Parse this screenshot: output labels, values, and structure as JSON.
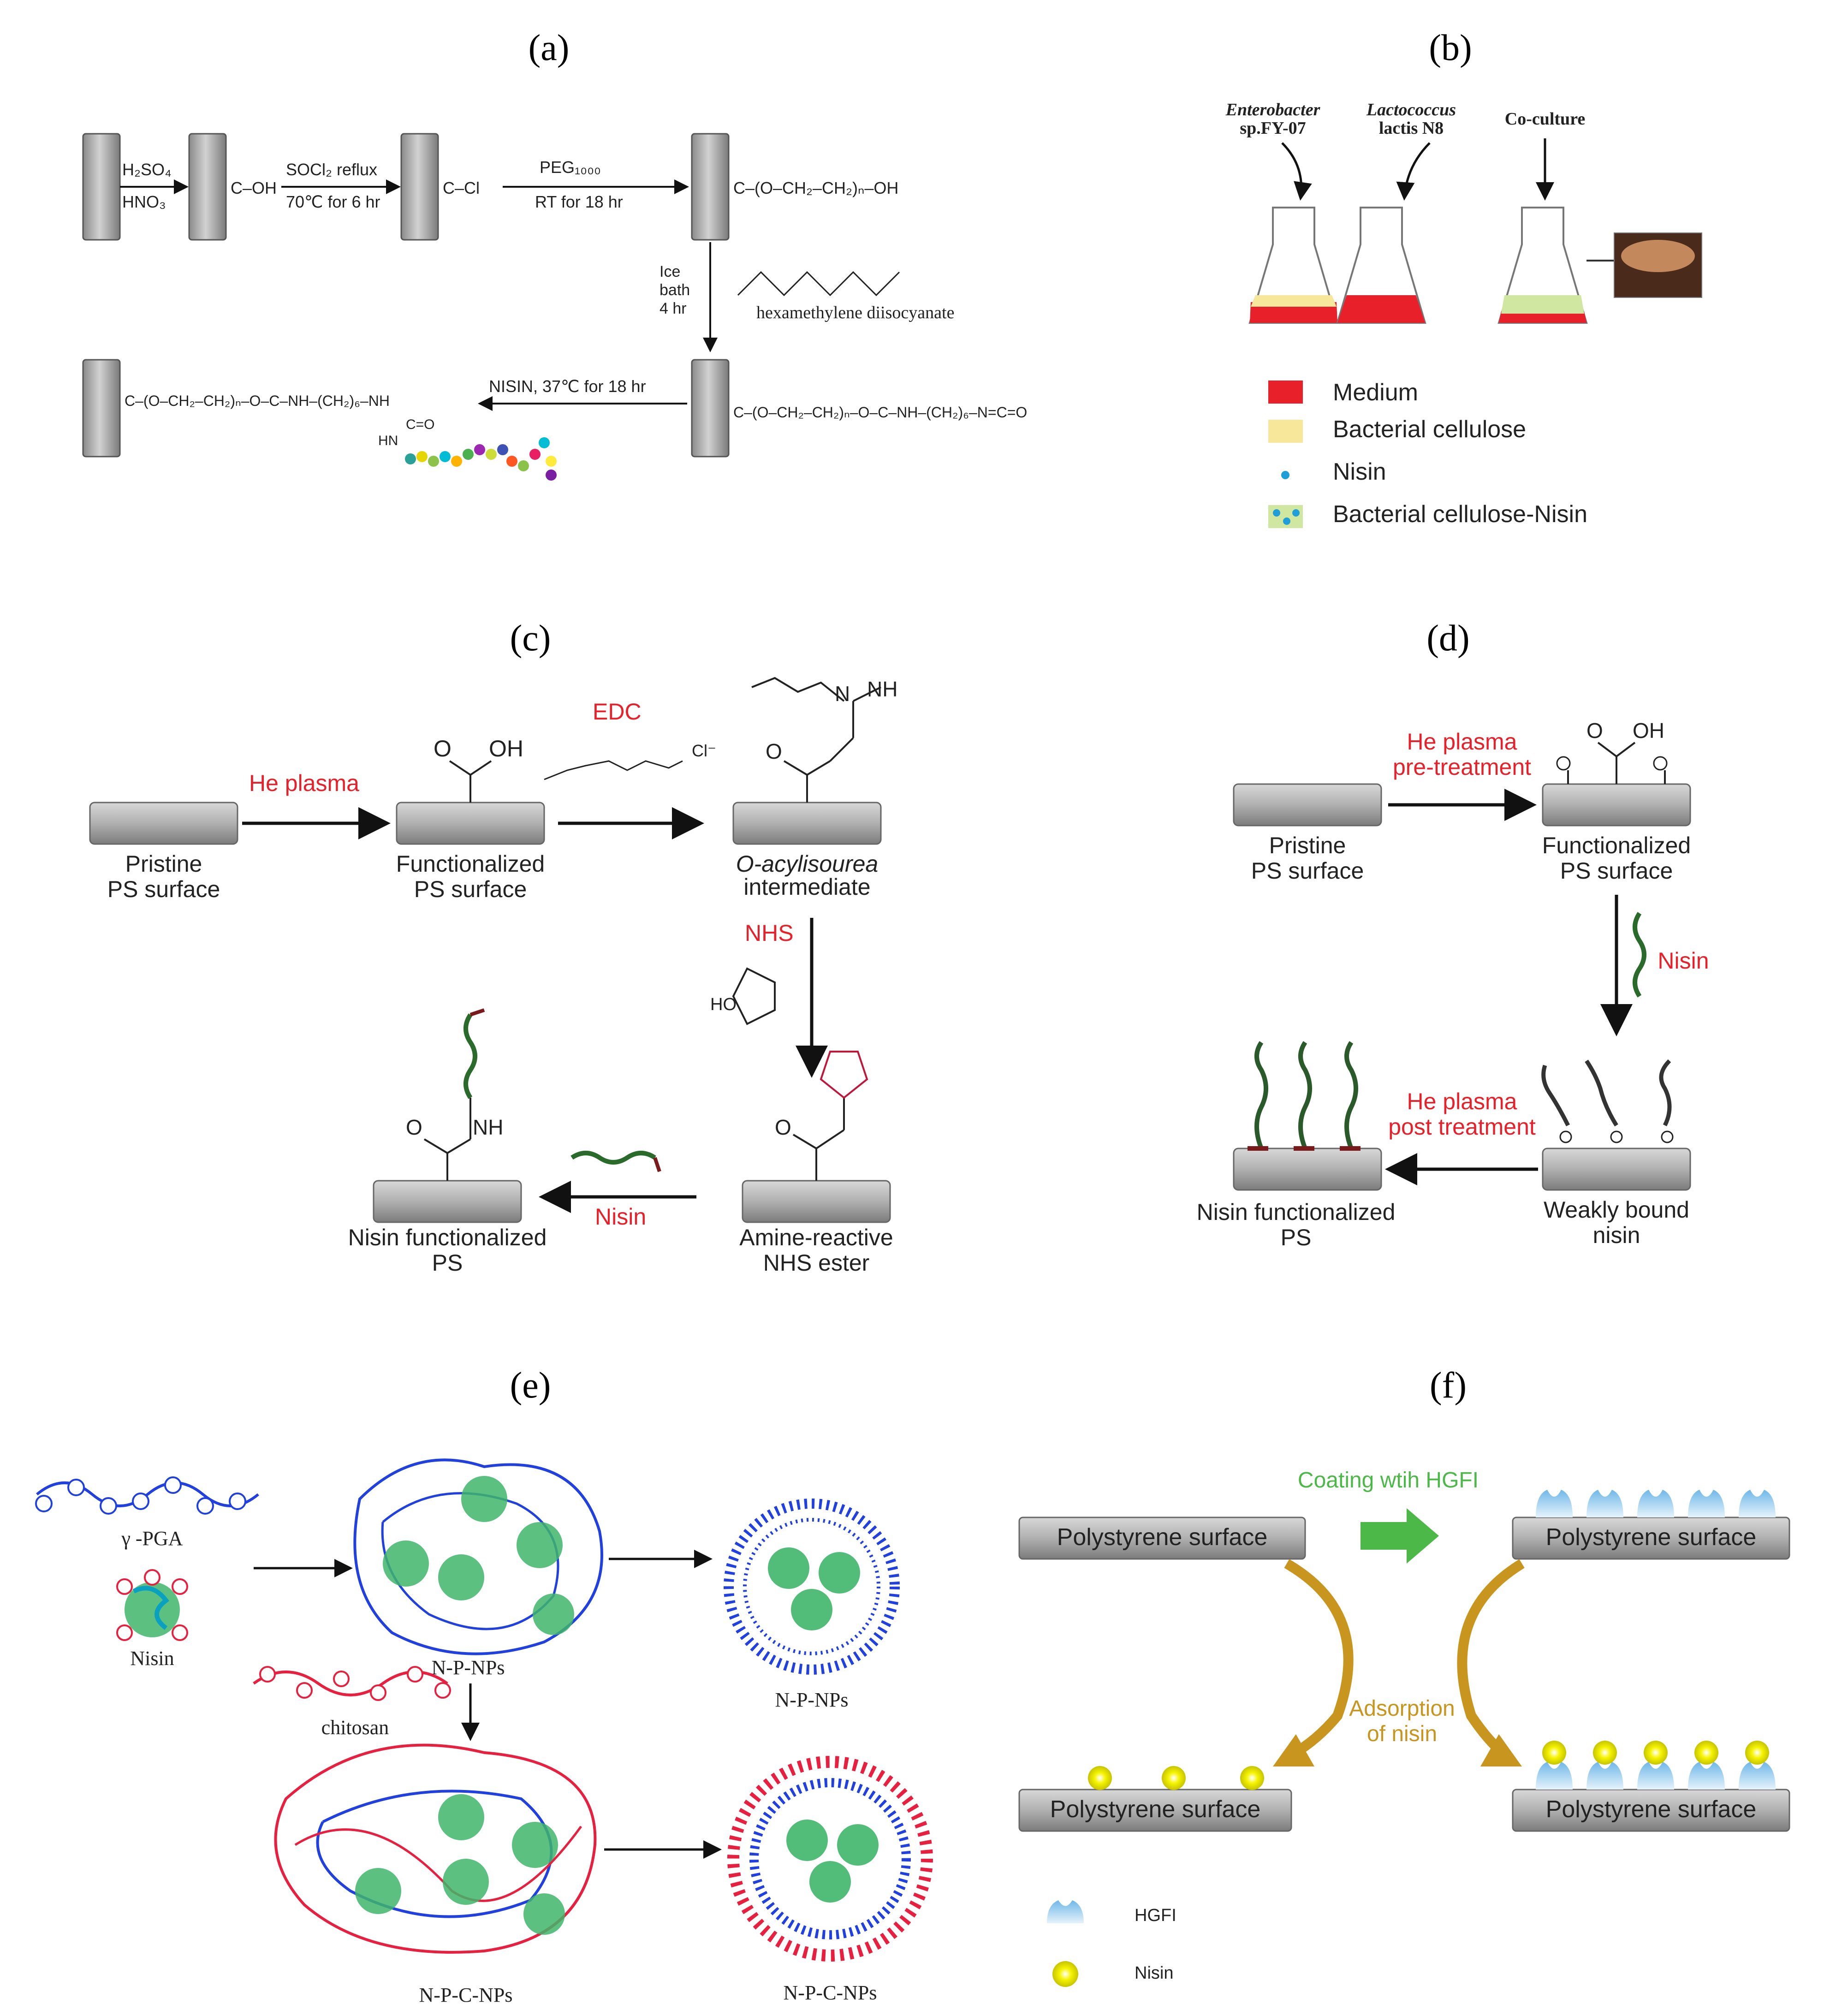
{
  "panels": {
    "a": {
      "label": "(a)",
      "r1_reagent_top": "H₂SO₄",
      "r1_reagent_bottom": "HNO₃",
      "cooh": "C–OH",
      "r2_reagent_top": "SOCl₂  reflux",
      "r2_reagent_bottom": "70℃ for 6 hr",
      "cocl": "C–Cl",
      "r3_reagent_top": "PEG₁₀₀₀",
      "r3_reagent_bottom": "RT for 18 hr",
      "peg_chain": "C–(O–CH₂–CH₂)ₙ–OH",
      "ice_1": "Ice",
      "ice_2": "bath",
      "ice_3": "4 hr",
      "hdi_label": "hexamethylene  diisocyanate",
      "nisin_reaction": "NISIN, 37℃ for 18 hr",
      "chain_right": "C–(O–CH₂–CH₂)ₙ–O–C–NH–(CH₂)₆–N=C=O",
      "chain_left": "C–(O–CH₂–CH₂)ₙ–O–C–NH–(CH₂)₆–NH",
      "c_eq_o": "C=O",
      "hn": "HN"
    },
    "b": {
      "label": "(b)",
      "strain1_l1": "Enterobacter",
      "strain1_l2": "sp.FY-07",
      "strain2_l1": "Lactococcus",
      "strain2_l2": "lactis N8",
      "coculture": "Co-culture",
      "legend": [
        {
          "label": "Medium",
          "color": "#e8202a"
        },
        {
          "label": "Bacterial cellulose",
          "color": "#f6e79a"
        },
        {
          "label": "Nisin",
          "color": "#1f9ed8"
        },
        {
          "label": "Bacterial cellulose-Nisin",
          "color": "#cfe7a0"
        }
      ]
    },
    "c": {
      "label": "(c)",
      "he_plasma": "He plasma",
      "edc": "EDC",
      "nhs": "NHS",
      "nisin": "Nisin",
      "pristine_1": "Pristine",
      "pristine_2": "PS surface",
      "func_1": "Functionalized",
      "func_2": "PS surface",
      "oacyl_1": "O-acylisourea",
      "oacyl_2": "intermediate",
      "nhs_ester_1": "Amine-reactive",
      "nhs_ester_2": "NHS ester",
      "nisin_ps_1": "Nisin functionalized",
      "nisin_ps_2": "PS",
      "oh": "OH",
      "o": "O",
      "nh": "NH",
      "n": "N",
      "ho": "HO",
      "cl": "Cl⁻"
    },
    "d": {
      "label": "(d)",
      "pre_1": "He plasma",
      "pre_2": "pre-treatment",
      "post_1": "He plasma",
      "post_2": "post treatment",
      "nisin": "Nisin",
      "pristine_1": "Pristine",
      "pristine_2": "PS surface",
      "func_1": "Functionalized",
      "func_2": "PS surface",
      "weak_1": "Weakly bound",
      "weak_2": "nisin",
      "nisin_ps_1": "Nisin functionalized",
      "nisin_ps_2": "PS",
      "oh": "OH",
      "o": "O"
    },
    "e": {
      "label": "(e)",
      "pga": "γ -PGA",
      "nisin": "Nisin",
      "np_np_mid": "N-P-NPs",
      "np_np_right": "N-P-NPs",
      "chitosan": "chitosan",
      "npc_mid": "N-P-C-NPs",
      "npc_right": "N-P-C-NPs"
    },
    "f": {
      "label": "(f)",
      "coating": "Coating wtih HGFI",
      "adsorption_1": "Adsorption",
      "adsorption_2": "of nisin",
      "surface_tl": "Polystyrene surface",
      "surface_tr": "Polystyrene surface",
      "surface_bl": "Polystyrene surface",
      "surface_br": "Polystyrene surface",
      "legend_hgfi": "HGFI",
      "legend_nisin": "Nisin"
    }
  },
  "colors": {
    "red_text": "#e8202a",
    "green_text": "#4cb848",
    "gold": "#c8961e",
    "slab": "#a8a8a8",
    "blue": "#2040e0",
    "red_chain": "#e82040"
  }
}
